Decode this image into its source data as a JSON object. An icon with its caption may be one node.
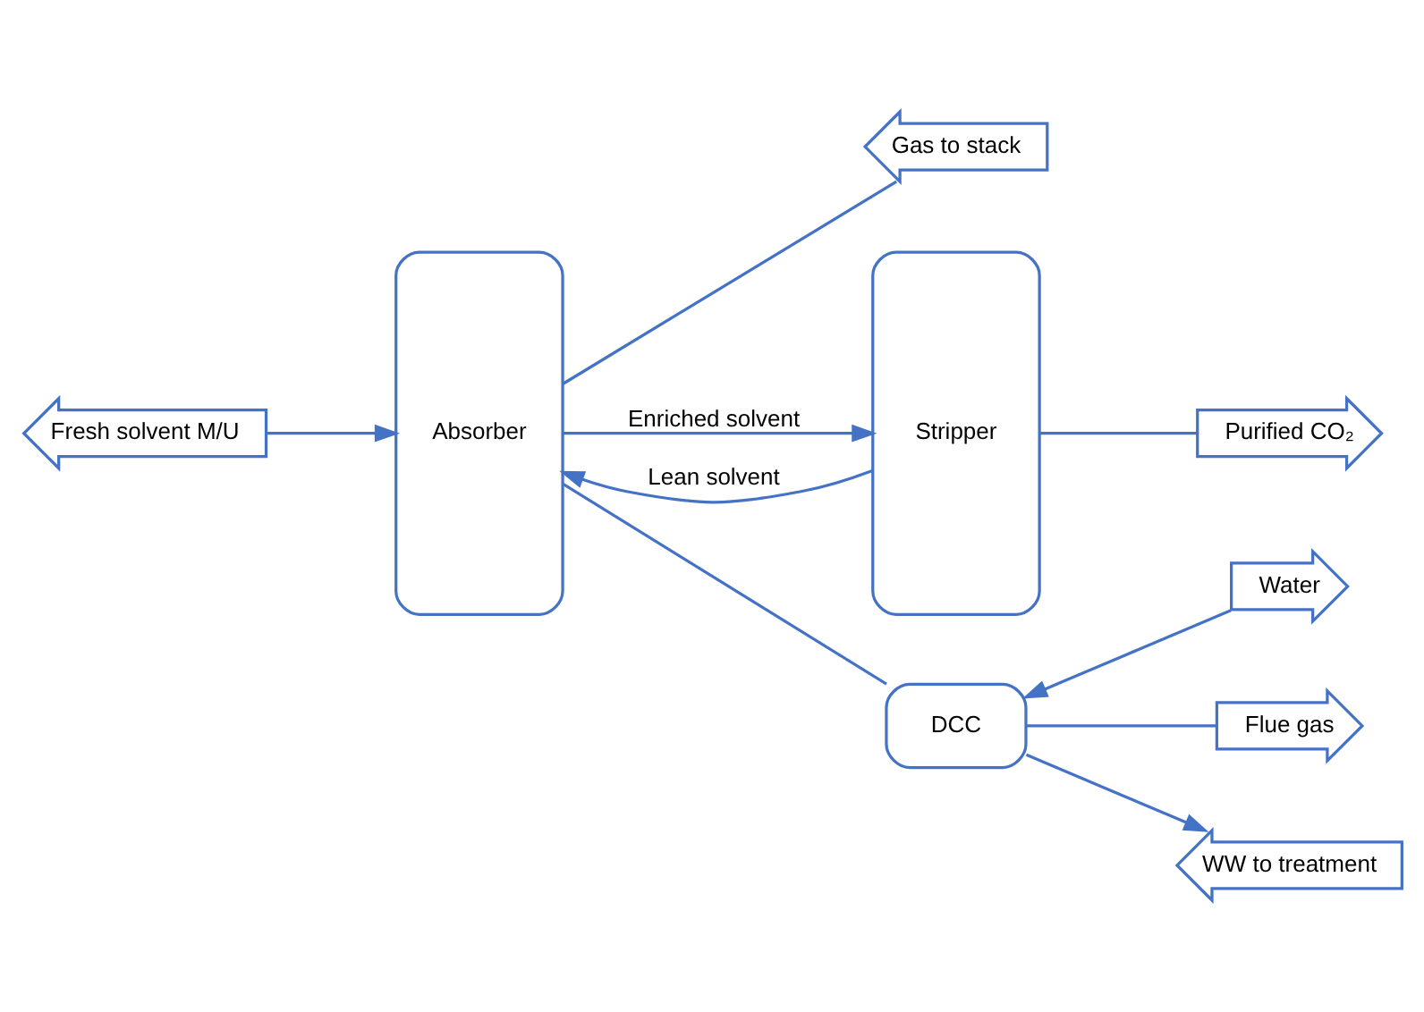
{
  "diagram": {
    "nodes": [
      {
        "text": [
          "Fresh solvent M/U"
        ]
      },
      {
        "text": [
          "Gas to stack"
        ]
      },
      {
        "text": [
          "Purified CO₂"
        ]
      },
      {
        "text": [
          "Absorber"
        ]
      },
      {
        "text": [
          "Stripper"
        ]
      },
      {
        "text": [
          "Water"
        ]
      },
      {
        "text": [
          "Flue gas"
        ]
      },
      {
        "text": [
          "DCC"
        ]
      },
      {
        "text": [
          "WW to treatment"
        ]
      }
    ],
    "edges": [
      {
        "from": 4,
        "to": 3,
        "arrow": "to",
        "label": "Lean solvent"
      },
      {
        "from": 0,
        "to": 3,
        "arrow": "to"
      },
      {
        "from": 3,
        "to": 1,
        "arrow": "none"
      },
      {
        "from": 4,
        "to": 2,
        "arrow": "none"
      },
      {
        "from": 5,
        "to": 7,
        "arrow": "to"
      },
      {
        "from": 6,
        "to": 7,
        "arrow": "none"
      },
      {
        "from": 7,
        "to": 3,
        "arrow": "none"
      },
      {
        "from": 3,
        "to": 4,
        "arrow": "to",
        "label": "Enriched solvent"
      },
      {
        "from": 7,
        "to": 8,
        "arrow": "to"
      }
    ]
  }
}
